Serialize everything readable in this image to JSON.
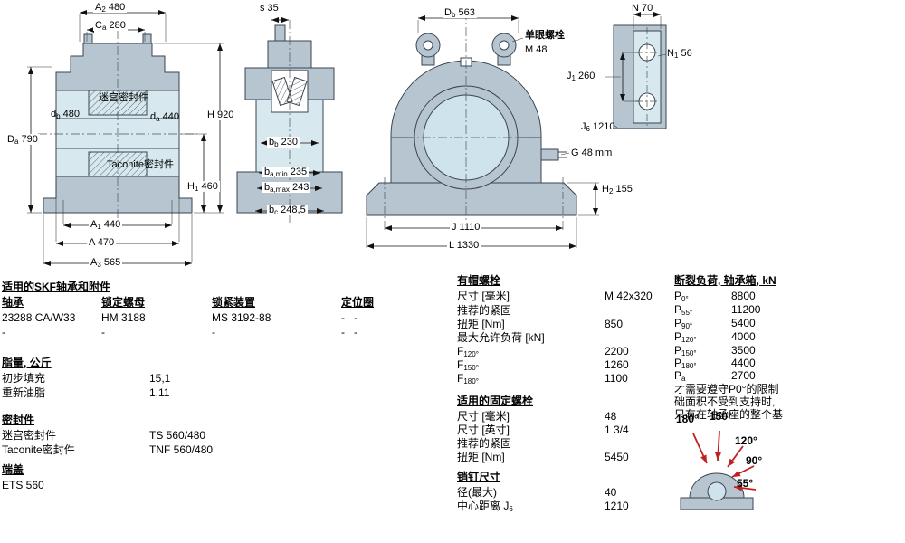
{
  "colors": {
    "body_fill": "#b7c5d1",
    "inner_fill": "#d7e9ef",
    "bore_fill": "#cfe3ed",
    "arrow_red": "#c02020"
  },
  "left_view": {
    "a2": "A_{2} 480",
    "ca": "C_{a} 280",
    "da_outer": "D_{a} 790",
    "h": "H 920",
    "h1": "H_{1} 460",
    "labyrinth": "迷宫密封件",
    "db": "d_{b} 480",
    "da_shaft": "d_{a} 440",
    "taconite": "Taconite密封件",
    "a1": "A_{1} 440",
    "a": "A 470",
    "a3": "A_{3} 565"
  },
  "side_view": {
    "s": "s 35",
    "bb": "b_{b} 230",
    "bamin": "b_{a,min} 235",
    "bamax": "b_{a,max} 243",
    "bc": "b_{c} 248,5"
  },
  "front_view": {
    "db": "D_{b} 563",
    "eyebolt_title": "单眼螺栓",
    "eyebolt_size": "M 48",
    "g": "G 48 mm",
    "h2": "H_{2} 155",
    "j": "J 1110",
    "l": "L 1330"
  },
  "top_view": {
    "n": "N 70",
    "n1": "N_{1} 56",
    "j1": "J_{1} 260",
    "j6": "J_{6} 1210"
  },
  "bearings": {
    "title": "适用的SKF轴承和附件",
    "columns": [
      "轴承",
      "锁定螺母",
      "锁紧装置",
      "定位圈"
    ],
    "rows": [
      [
        "23288 CA/W33",
        "HM 3188",
        "MS 3192-88",
        "-   -"
      ],
      [
        "-",
        "-",
        "-",
        "-   -"
      ]
    ]
  },
  "grease": {
    "title": "脂量, 公斤",
    "rows": [
      {
        "label": "初步填充",
        "value": "15,1"
      },
      {
        "label": "重新油脂",
        "value": "1,11"
      }
    ]
  },
  "seals": {
    "title": "密封件",
    "rows": [
      {
        "label": "迷宫密封件",
        "value": "TS 560/480"
      },
      {
        "label": "Taconite密封件",
        "value": "TNF 560/480"
      }
    ]
  },
  "end_cover": {
    "title": "端盖",
    "value": "ETS 560"
  },
  "cap_bolts": {
    "title": "有帽螺栓",
    "rows": [
      {
        "label": "尺寸 [毫米]",
        "value": "M 42x320"
      },
      {
        "label": "推荐的紧固",
        "value": ""
      },
      {
        "label": "扭矩 [Nm]",
        "value": "850"
      },
      {
        "label": "最大允许负荷 [kN]",
        "value": ""
      },
      {
        "label": "F_{120°}",
        "value": "2200"
      },
      {
        "label": "F_{150°}",
        "value": "1260"
      },
      {
        "label": "F_{180°}",
        "value": "1100"
      }
    ]
  },
  "attachment_bolts": {
    "title": "适用的固定螺栓",
    "rows": [
      {
        "label": "尺寸 [毫米]",
        "value": "48"
      },
      {
        "label": "尺寸 [英寸]",
        "value": "1 3/4"
      },
      {
        "label": "推荐的紧固",
        "value": ""
      },
      {
        "label": "扭矩 [Nm]",
        "value": "5450"
      }
    ]
  },
  "pins": {
    "title": "销钉尺寸",
    "rows": [
      {
        "label": "径(最大)",
        "value": "40"
      },
      {
        "label": "中心距离 J_{6}",
        "value": "1210"
      }
    ]
  },
  "breaking_load": {
    "title": "断裂负荷, 轴承箱, kN",
    "rows": [
      {
        "label": "P_{0°}",
        "value": "8800"
      },
      {
        "label": "P_{55°}",
        "value": "11200"
      },
      {
        "label": "P_{90°}",
        "value": "5400"
      },
      {
        "label": "P_{120°}",
        "value": "4000"
      },
      {
        "label": "P_{150°}",
        "value": "3500"
      },
      {
        "label": "P_{180°}",
        "value": "4400"
      },
      {
        "label": "P_{a}",
        "value": "2700"
      }
    ],
    "note_lines": [
      "才需要遵守P0°的限制",
      "础面积不受到支持时,",
      "只有在轴承座的整个基"
    ],
    "angle_labels": [
      "180°",
      "150°",
      "120°",
      "90°",
      "55°"
    ]
  }
}
